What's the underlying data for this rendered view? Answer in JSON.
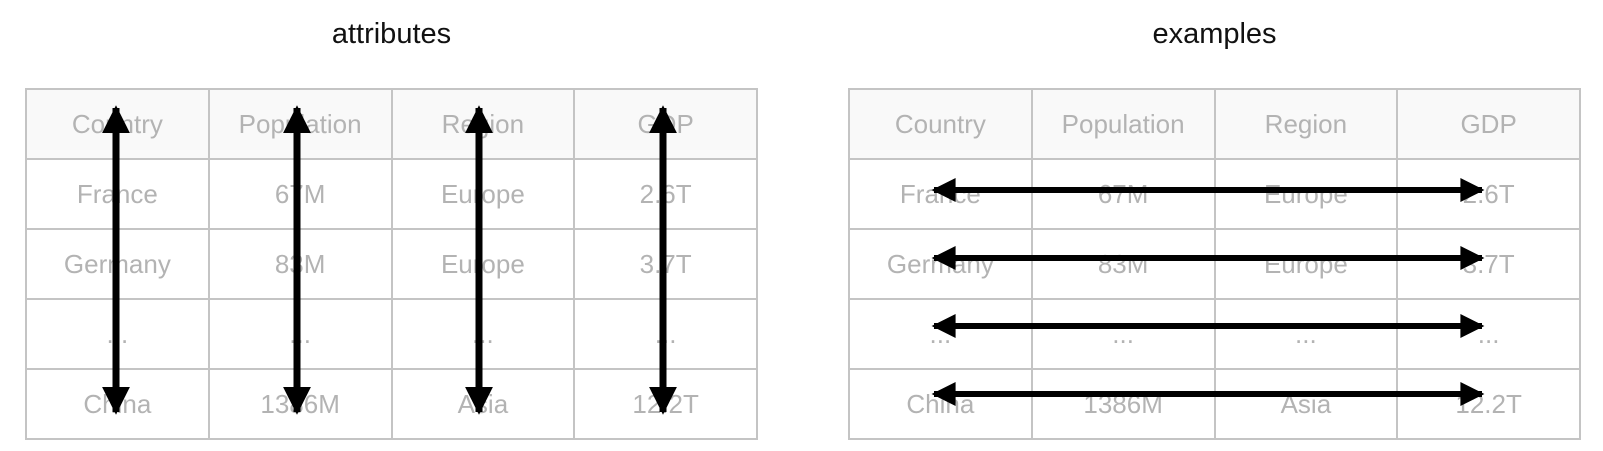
{
  "titles": {
    "left": "attributes",
    "right": "examples"
  },
  "table": {
    "headers": [
      "Country",
      "Population",
      "Region",
      "GDP"
    ],
    "rows": [
      [
        "France",
        "67M",
        "Europe",
        "2.6T"
      ],
      [
        "Germany",
        "83M",
        "Europe",
        "3.7T"
      ],
      [
        "...",
        "...",
        "...",
        "..."
      ],
      [
        "China",
        "1386M",
        "Asia",
        "12.2T"
      ]
    ]
  },
  "arrows": {
    "left_panel": "vertical double-headed arrow through each column",
    "right_panel": "horizontal double-headed arrow through each data row"
  },
  "colors": {
    "arrow": "#000000",
    "cell_text": "#b3b3b3",
    "grid": "#c4c4c4",
    "outer_border": "#6e6e6e"
  }
}
